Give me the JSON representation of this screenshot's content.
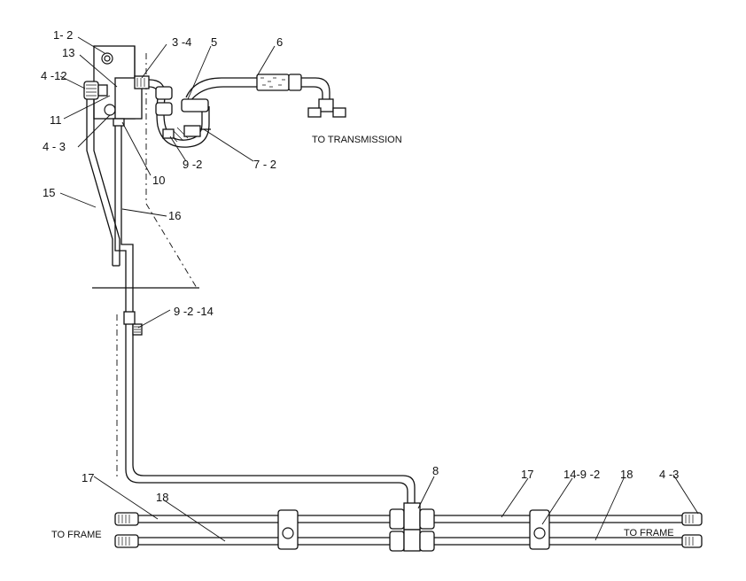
{
  "callouts": {
    "c_1_2": "1- 2",
    "c_13": "13",
    "c_4_12": "4 -12",
    "c_11": "11",
    "c_4_3_left": "4 - 3",
    "c_3_4": "3 -4",
    "c_5": "5",
    "c_6": "6",
    "c_10": "10",
    "c_9_2": "9 -2",
    "c_7_2": "7 - 2",
    "c_15": "15",
    "c_16": "16",
    "c_9_2_14": "9 -2 -14",
    "c_17_left": "17",
    "c_18_left": "18",
    "c_8": "8",
    "c_17_right": "17",
    "c_14_9_2": "14-9 -2",
    "c_18_right": "18",
    "c_4_3_right": "4 -3"
  },
  "notes": {
    "to_transmission": "TO TRANSMISSION",
    "to_frame_left": "TO FRAME",
    "to_frame_right": "TO FRAME"
  }
}
